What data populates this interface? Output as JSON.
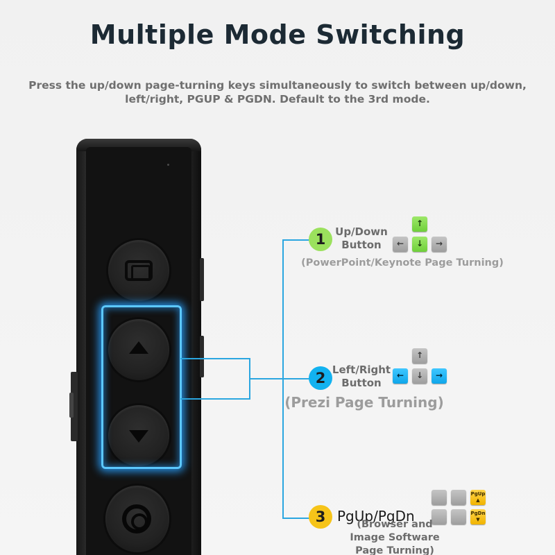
{
  "heading": {
    "title": "Multiple Mode Switching",
    "subtitle_line1": "Press the up/down page-turning keys simultaneously to switch between up/down,",
    "subtitle_line2": "left/right, PGUP & PGDN. Default to the 3rd mode."
  },
  "modes": [
    {
      "number": "1",
      "label_line1": "Up/Down",
      "label_line2": "Button",
      "note": "(PowerPoint/Keynote Page Turning)",
      "badge_color": "#9be15d",
      "keys": [
        "↑",
        "←",
        "↓",
        "→"
      ]
    },
    {
      "number": "2",
      "label_line1": "Left/Right",
      "label_line2": "Button",
      "note": "(Prezi Page Turning)",
      "badge_color": "#12b2f0",
      "keys": [
        "↑",
        "←",
        "↓",
        "→"
      ]
    },
    {
      "number": "3",
      "label": "PgUp/PgDn",
      "note_line1": "(Browser and",
      "note_line2": "Image Software",
      "note_line3": "Page Turning)",
      "badge_color": "#f6c419",
      "keys": [
        "PgUp",
        "▲",
        "PgDn",
        "▼"
      ]
    }
  ],
  "colors": {
    "title": "#1c2a34",
    "connector": "#2aa6e0",
    "glow": "#5cc8ff",
    "device": "#151515"
  },
  "icons": {
    "device_top_button": "window-rect-icon",
    "device_up_button": "triangle-up-icon",
    "device_down_button": "triangle-down-icon",
    "device_bottom_button": "ring-icon"
  }
}
